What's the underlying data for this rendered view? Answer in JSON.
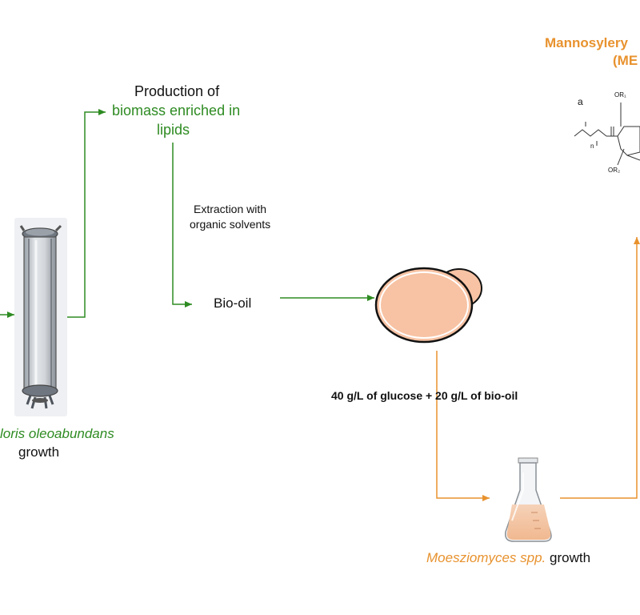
{
  "colors": {
    "green": "#2e8b22",
    "orange": "#e8922e",
    "cell_fill": "#f7c3a4",
    "text": "#111111"
  },
  "microalga": {
    "species": "Neochloris oleoabundans",
    "visible_species_text": "loris oleoabundans",
    "growth_label": "growth"
  },
  "production": {
    "line1": "Production of",
    "line2": "biomass enriched in",
    "line3": "lipids"
  },
  "extraction": {
    "line1": "Extraction with",
    "line2": "organic solvents"
  },
  "bio_oil": {
    "label": "Bio-oil"
  },
  "medium": {
    "label": "40 g/L of glucose + 20 g/L of bio-oil"
  },
  "fungus": {
    "species": "Moesziomyces spp.",
    "growth_label": "growth"
  },
  "product": {
    "title_line1": "Mannosylery",
    "title_line2": "(ME",
    "structure_labels": {
      "panel": "a",
      "or1": "OR₁",
      "or2": "OR₂",
      "n": "n"
    }
  },
  "icons": [
    "photobioreactor-icon",
    "yeast-cell-icon",
    "erlenmeyer-flask-icon",
    "mel-structure-icon"
  ]
}
